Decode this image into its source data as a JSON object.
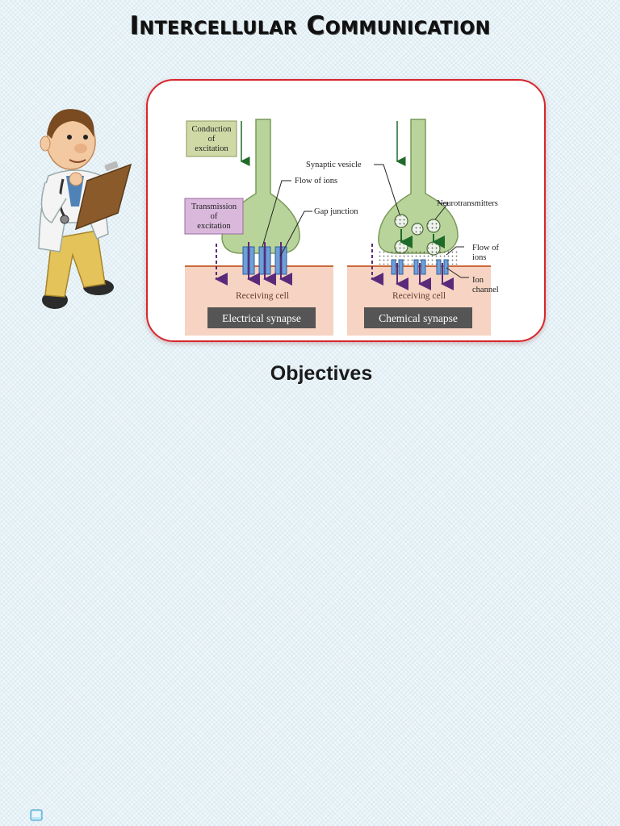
{
  "title": "Intercellular Communication",
  "diagram": {
    "conduction_label": [
      "Conduction",
      "of",
      "excitation"
    ],
    "transmission_label": [
      "Transmission",
      "of",
      "excitation"
    ],
    "flow_of_ions": "Flow of ions",
    "gap_junction": "Gap junction",
    "synaptic_vesicle": "Synaptic vesicle",
    "neurotransmitters": "Neurotransmitters",
    "flow_of_ions_2": [
      "Flow of",
      "ions"
    ],
    "ion_channel": [
      "Ion",
      "channel"
    ],
    "receiving_cell_left": "Receiving cell",
    "receiving_cell_right": "Receiving cell",
    "electrical_synapse": "Electrical synapse",
    "chemical_synapse": "Chemical synapse"
  },
  "subtitle": "Objectives",
  "colors": {
    "frame_border": "#d8262b",
    "axon_green": "#b9d49a",
    "cell_pink": "#f6d3c2",
    "arrow_purple": "#5a2a7a",
    "label_dark": "#555555"
  },
  "icons": {
    "doctor": "doctor-clipboard-icon",
    "footer": "page-icon"
  }
}
